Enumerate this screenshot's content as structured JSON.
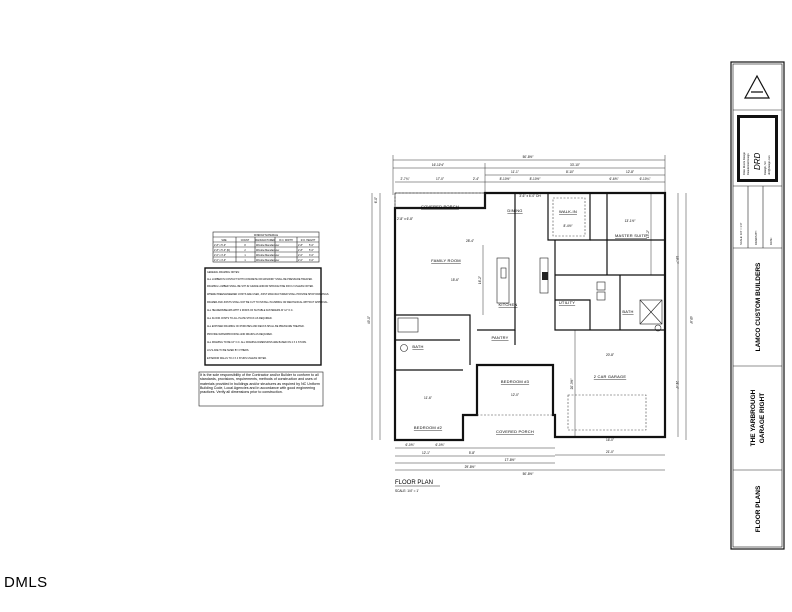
{
  "watermark": "DMLS",
  "title_block": {
    "sheet_title": "FLOOR PLANS",
    "plan_name_line1": "THE YARBROUGH",
    "plan_name_line2": "GARAGE RIGHT",
    "builder": "LAMCO CUSTOM BUILDERS",
    "scale_label": "SCALE: 1/4\" = 1'-0\"",
    "drawn_by_label": "DRAWN BY:",
    "date_label": "DATE:",
    "designer_logo": "DRD",
    "designer_info": [
      "Drew Rivers Design",
      "Residential Design",
      "Raleigh, NC",
      "drd@design.com"
    ]
  },
  "window_schedule": {
    "title": "WINDOW SCHEDULE",
    "headers": [
      "SIZE",
      "COUNT",
      "MANUFACTURER",
      "R.O. WIDTH",
      "R.O. HEIGHT"
    ],
    "rows": [
      [
        "2'-8\" x 5'-0\"",
        "8",
        "Window Manufacturer",
        "2'-8\"",
        "5'-0\""
      ],
      [
        "2'-8\" x 5'-0\" (D)",
        "2",
        "Window Manufacturer",
        "2'-8\"",
        "5'-0\""
      ],
      [
        "2'-0\" x 3'-0\"",
        "1",
        "Window Manufacturer",
        "2'-0\"",
        "3'-0\""
      ],
      [
        "2'-0\" x 3'-0\"",
        "1",
        "Window Manufacturer",
        "2'-0\"",
        "3'-0\""
      ]
    ]
  },
  "framing_notes": {
    "title": "GENERAL FRAMING NOTES:",
    "items": [
      "ALL LUMBER IN CONTACT WITH CONCRETE OR MASONRY SHALL BE PRESSURE TREATED.",
      "FRAMING LUMBER SHALL BE SYP #2 GRADE AND/OR SPRUCE PINE FIR # 2 UNLESS NOTED.",
      "WHERE PREENGINEERED JOISTS ARE USED, JOIST MANUFACTURER SHALL PROVIDE SHOP DRAWINGS.",
      "FRAMER AND JOISTS SHALL NOT BE CUT TO INSTALL PLUMBING OR MECHANICAL WITHOUT APPROVAL.",
      "ALL HEADERS/BEAMS WITH 2 ROWS OF SUITABLE FASTENERS AT 12\" O.C.",
      "ALL FLOOR JOISTS TO ALL PLATE STOCK AS REQUIRED.",
      "ALL EXPOSED FRAMING ON PORCHES AND DECKS SHALL BE PRESSURE TREATED.",
      "PROVIDE WATERPROOFING AND DRAINS AS REQUIRED.",
      "ALL FRAMING TO BE 16\" O.C. ALL FRAMING DIMENSIONS ARE BASED ON 2 X 4 STUDS.",
      "LVL'S ARE TO BE SIZED BY OTHERS.",
      "EXTERIOR WALLS TO 2 X 4 STUDS UNLESS NOTED."
    ]
  },
  "responsibility_note": "It is the sole responsibility of the Contractor and/or Builder to conform to all standards, provisions, requirements, methods of construction and uses of materials provided in buildings and/or structures as required by NC Uniform Building Code, Local Agencies and in accordance with good engineering practices. Verify all dimensions prior to construction.",
  "floor_plan": {
    "title": "FLOOR PLAN",
    "scale": "SCALE: 1/4\" = 1'",
    "rooms": {
      "covered_porch_rear": "COVERED PORCH",
      "dining": "DINING",
      "family_room": "FAMILY ROOM",
      "kitchen": "KITCHEN",
      "walk_in": "WALK-IN",
      "master_suite": "MASTER SUITE",
      "utility": "UTILITY",
      "master_bath": "BATH",
      "bath": "BATH",
      "pantry": "PANTRY",
      "bedroom_2": "BEDROOM #2",
      "bedroom_3": "BEDROOM #3",
      "covered_porch_front": "COVERED PORCH",
      "garage": "2 CAR GARAGE"
    },
    "dimensions": {
      "overall_top": "50'-8½\"",
      "top_left": "16'-11½\"",
      "top_right": "33'-10\"",
      "porch_left": "2'-7¾\"",
      "porch_mid": "17'-0\"",
      "porch_right": "2'-4\"",
      "top_a": "11'-1\"",
      "top_b": "8'-10\"",
      "top_c": "12'-8\"",
      "top_d": "8'-10½\"",
      "top_e": "8'-10½\"",
      "top_f": "6'-6⅝\"",
      "top_g": "6'-10¼\"",
      "family_w": "28'-4\"",
      "family_w2": "15'-6\"",
      "family_h": "16'-2\"",
      "walkin": "8'-4½\"",
      "master_w": "13'-1½\"",
      "master_h": "15'-2\"",
      "garage_w": "20'-8\"",
      "garage_h": "20'-3½\"",
      "garage_door": "16'-0\"",
      "bed3_w": "12'-0\"",
      "bed2_w": "11'-6\"",
      "bottom_a": "6'-0⅝\"",
      "bottom_b": "6'-0⅝\"",
      "bottom_c": "12'-1\"",
      "bottom_d": "5'-8\"",
      "bottom_e": "17'-8½\"",
      "bottom_f": "29'-8½\"",
      "bottom_g": "21'-0\"",
      "overall_bottom": "50'-8½\"",
      "left_overall": "49'-0\"",
      "right_overall": "49'-8\"",
      "right_top": "19'-7\"",
      "right_bottom": "21'-4\"",
      "porch_depth": "6'-0\"",
      "door_porch": "2'-8\" x 6'-8\"",
      "slider": "3'-6\" x 6'-0\" DH"
    }
  }
}
